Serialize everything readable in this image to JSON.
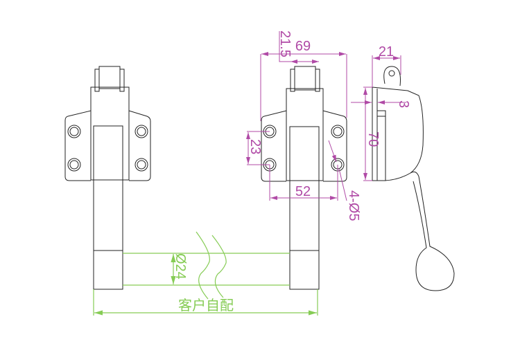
{
  "drawing": {
    "dimensions": {
      "width_top": "69",
      "knuckle_height": "21.5",
      "hole_spacing_vertical": "23",
      "hole_spacing_horizontal": "52",
      "hole_spec": "4-Ø5",
      "side_pivot_offset": "21",
      "side_plate_thickness": "3",
      "side_height": "70",
      "bar_diameter": "Ø24",
      "bar_length": "客户自配"
    },
    "colors": {
      "outline": "#222222",
      "dimension": "#b04aa6",
      "bar_dimension": "#86cc55"
    }
  }
}
